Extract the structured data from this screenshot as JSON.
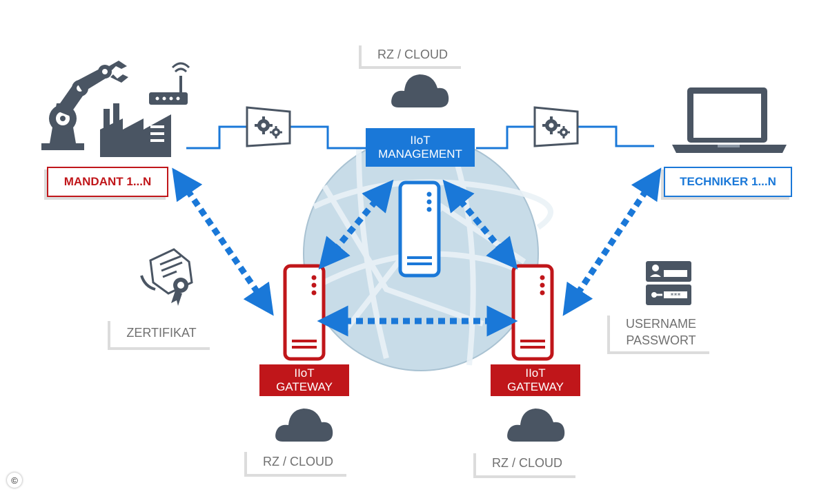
{
  "labels": {
    "mandant": "MANDANT 1...N",
    "techniker": "TECHNIKER 1...N",
    "management": [
      "IIoT",
      "MANAGEMENT"
    ],
    "gateway_left": [
      "IIoT",
      "GATEWAY"
    ],
    "gateway_right": [
      "IIoT",
      "GATEWAY"
    ],
    "cloud_top": "RZ / CLOUD",
    "cloud_left": "RZ / CLOUD",
    "cloud_right": "RZ / CLOUD",
    "zertifikat": "ZERTIFIKAT",
    "credentials": [
      "USERNAME",
      "PASSWORT"
    ],
    "copyright": "©"
  },
  "colors": {
    "blue": "#1a78d8",
    "red": "#c0161a",
    "dark_icon": "#4a5563",
    "globe_fill": "#c8dce8",
    "globe_lines": "#eaf2f7",
    "grey_text": "#707070"
  },
  "icons": {
    "robot_arm": "robot-arm-icon",
    "factory": "factory-icon",
    "router": "router-icon",
    "gear_panel": "gear-panel-icon",
    "laptop": "laptop-icon",
    "cloud": "cloud-icon",
    "server": "server-icon",
    "certificate": "certificate-icon",
    "credentials": "credentials-icon"
  }
}
